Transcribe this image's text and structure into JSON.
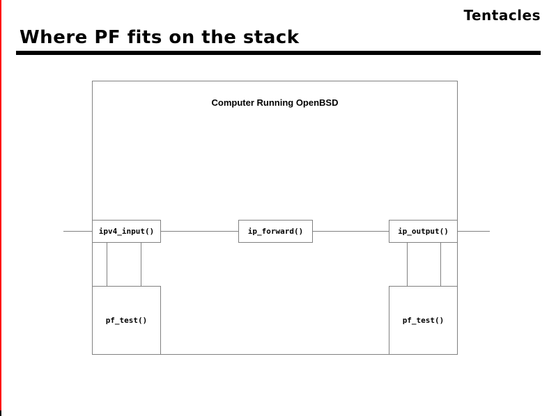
{
  "slide": {
    "corner_label": "Tentacles",
    "title": "Where PF fits on the stack"
  },
  "diagram": {
    "container_label": "Computer Running OpenBSD",
    "nodes": {
      "ipv4_input": "ipv4_input()",
      "ip_forward": "ip_forward()",
      "ip_output": "ip_output()",
      "pf_test_left": "pf_test()",
      "pf_test_right": "pf_test()"
    },
    "colors": {
      "accent_red": "#ff0000",
      "line_gray": "#808080",
      "text_black": "#000000"
    }
  }
}
